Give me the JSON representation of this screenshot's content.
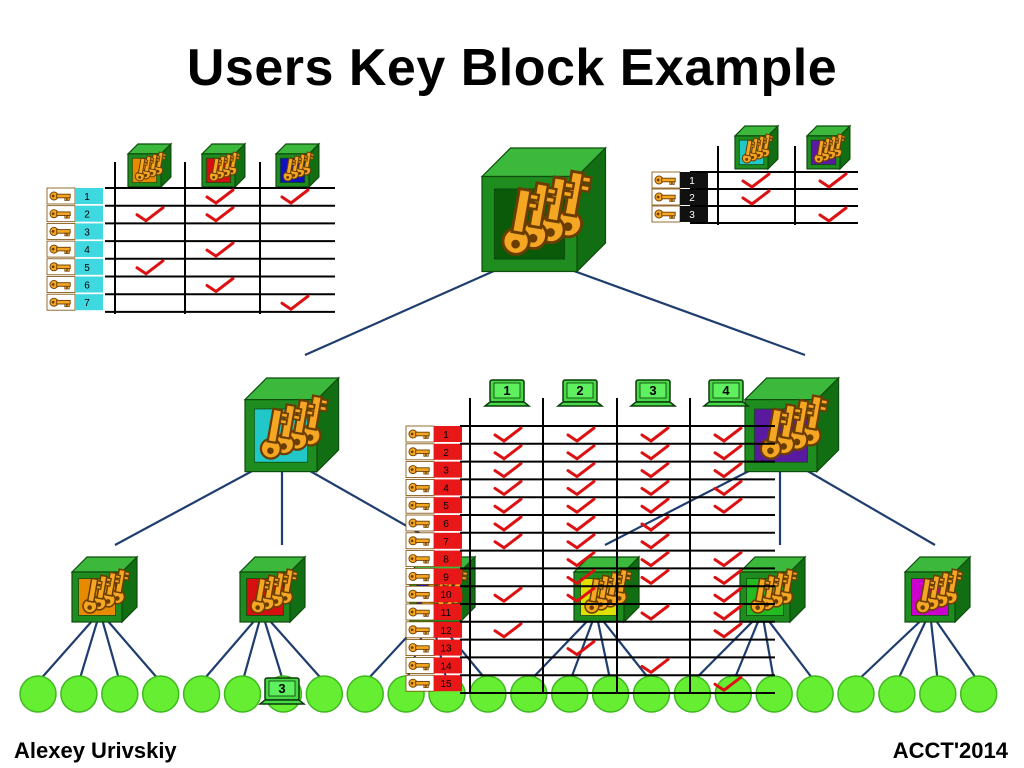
{
  "title": "Users Key Block Example",
  "footer": {
    "author": "Alexey Urivskiy",
    "venue": "ACCT'2014"
  },
  "colors": {
    "tree_line": "#1f3d6e",
    "cube_green": "#1e8c1e",
    "leaf_green": "#66ee33",
    "check_red": "#dd1111",
    "key_orange": "#f5a623"
  },
  "cubes": {
    "root_face": "#0a5a0a",
    "mid_left_face": "#22c8c8",
    "mid_right_face": "#5a1aa0",
    "leaf_faces": [
      "#e88a00",
      "#d61010",
      "#1010c0",
      "#e0e000",
      "#22bb22",
      "#cc00cc"
    ]
  },
  "left_table": {
    "header_faces": [
      "#e88a00",
      "#d61010",
      "#1010c0"
    ],
    "row_labels": [
      "1",
      "2",
      "3",
      "4",
      "5",
      "6",
      "7"
    ],
    "label_color": "#40d8e0",
    "checks": [
      [
        0,
        1,
        1
      ],
      [
        1,
        1,
        0
      ],
      [
        0,
        0,
        0
      ],
      [
        0,
        1,
        0
      ],
      [
        1,
        0,
        0
      ],
      [
        0,
        1,
        0
      ],
      [
        0,
        0,
        1
      ]
    ]
  },
  "right_table": {
    "header_faces": [
      "#22c8c8",
      "#5a1aa0"
    ],
    "row_labels": [
      "1",
      "2",
      "3"
    ],
    "label_color": "#111111",
    "checks": [
      [
        1,
        1
      ],
      [
        1,
        0
      ],
      [
        0,
        1
      ]
    ]
  },
  "center_table": {
    "laptop_labels": [
      "1",
      "2",
      "3",
      "4"
    ],
    "row_labels": [
      "1",
      "2",
      "3",
      "4",
      "5",
      "6",
      "7",
      "8",
      "9",
      "10",
      "11",
      "12",
      "13",
      "14",
      "15"
    ],
    "label_color": "#e81818",
    "checks": [
      [
        1,
        1,
        1,
        1
      ],
      [
        1,
        1,
        1,
        1
      ],
      [
        1,
        1,
        1,
        1
      ],
      [
        1,
        1,
        1,
        1
      ],
      [
        1,
        1,
        1,
        1
      ],
      [
        1,
        1,
        1,
        0
      ],
      [
        1,
        1,
        1,
        0
      ],
      [
        0,
        1,
        1,
        1
      ],
      [
        0,
        1,
        1,
        1
      ],
      [
        1,
        1,
        0,
        1
      ],
      [
        0,
        0,
        1,
        1
      ],
      [
        1,
        0,
        0,
        1
      ],
      [
        0,
        1,
        0,
        0
      ],
      [
        0,
        0,
        1,
        0
      ],
      [
        0,
        0,
        0,
        1
      ]
    ]
  },
  "bottom_laptop_label": "3"
}
